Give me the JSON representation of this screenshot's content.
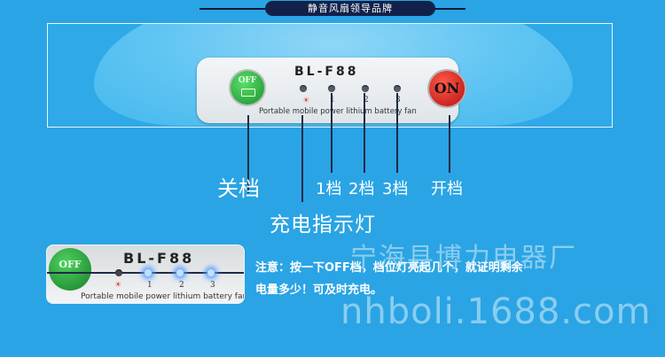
{
  "banner": {
    "text": "静音风扇领导品牌"
  },
  "panel": {
    "model": "BL-F88",
    "off_label": "OFF",
    "on_label": "ON",
    "numbers": [
      "1",
      "2",
      "3"
    ],
    "subtitle": "Portable mobile power lithium battery fan"
  },
  "captions": {
    "off": "关档",
    "gear1": "1档",
    "gear2": "2档",
    "gear3": "3档",
    "on": "开档",
    "charge": "充电指示灯"
  },
  "note": {
    "line1": "注意：按一下OFF档，档位灯亮起几个，就证明剩余",
    "line2": "电量多少！可及时充电。"
  },
  "watermark": {
    "company": "宁海县博力电器厂",
    "url": "nhboli.1688.com"
  },
  "colors": {
    "background": "#2aa4e4",
    "off_button": "#1c8f2c",
    "on_button": "#c81414",
    "led_lit": "#7ab6ff"
  }
}
